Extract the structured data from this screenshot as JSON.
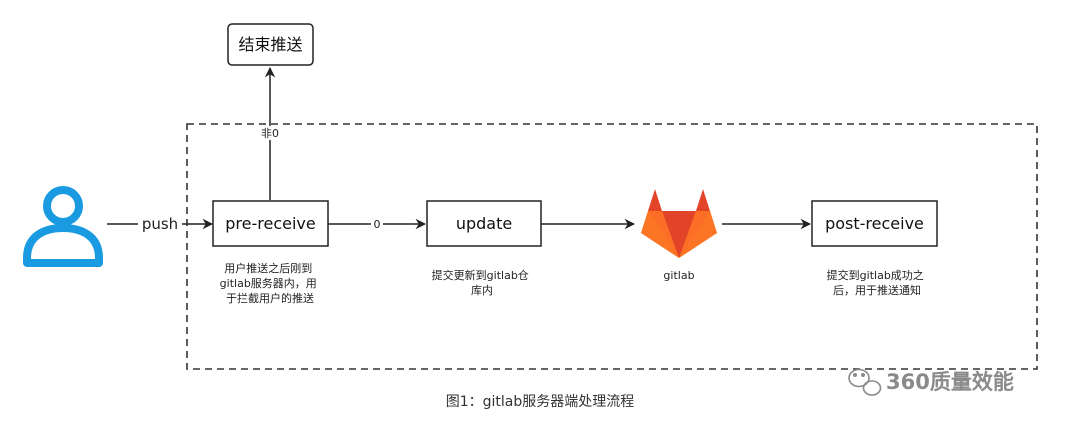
{
  "nodes": {
    "end_push": "结束推送",
    "pre_receive": "pre-receive",
    "update": "update",
    "post_receive": "post-receive",
    "gitlab": "gitlab"
  },
  "edges": {
    "push": "push",
    "non_zero": "非0",
    "zero": "0"
  },
  "notes": {
    "pre_receive": [
      "用户推送之后刚到",
      "gitlab服务器内，用",
      "于拦截用户的推送"
    ],
    "update": [
      "提交更新到gitlab仓",
      "库内"
    ],
    "post_receive": [
      "提交到gitlab成功之",
      "后，用于推送通知"
    ]
  },
  "caption": "图1：gitlab服务器端处理流程",
  "watermark": "360质量效能",
  "colors": {
    "user_icon": "#1a9ae0",
    "gitlab_dark": "#e24329",
    "gitlab_mid": "#fc6d26",
    "gitlab_light": "#fca326",
    "stroke": "#222222"
  },
  "icons": {
    "user": "user-icon",
    "gitlab": "gitlab-logo-icon",
    "watermark": "wechat-icon"
  }
}
